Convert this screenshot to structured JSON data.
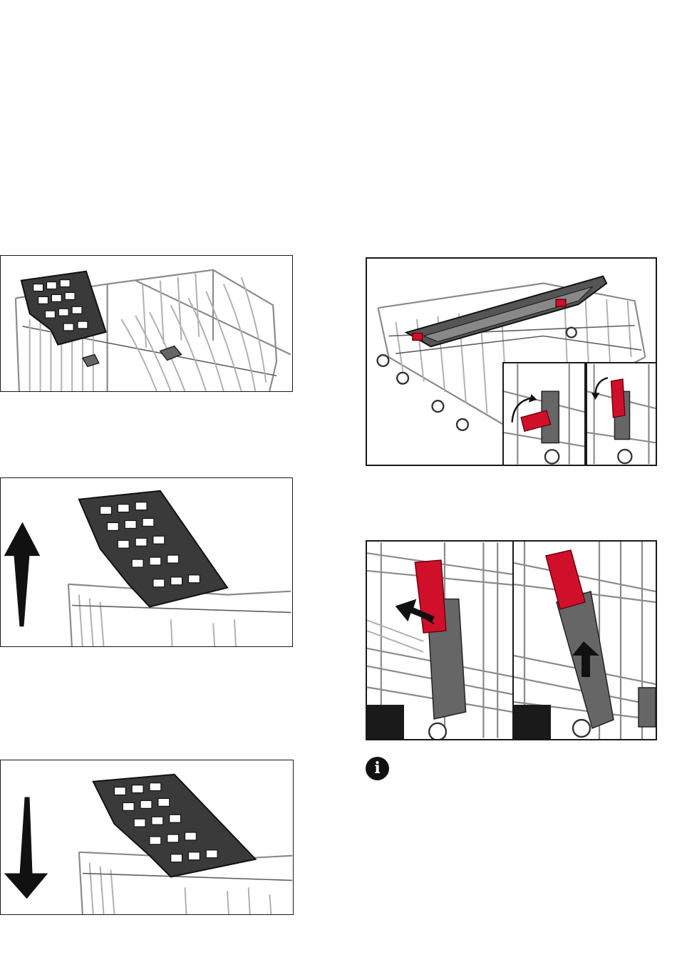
{
  "page": {
    "figures": [
      {
        "id": "basket-with-cutlery-rack"
      },
      {
        "id": "cutlery-rack-lifted-up"
      },
      {
        "id": "cutlery-rack-lowered-down"
      },
      {
        "id": "upper-basket-with-red-levers"
      },
      {
        "id": "upper-basket-height-adjust-levers"
      }
    ],
    "info_icon_glyph": "i",
    "colors": {
      "lever_red": "#d0102a",
      "rack_dark": "#3a3a3a",
      "wire_grey": "#8a8a8a"
    }
  }
}
